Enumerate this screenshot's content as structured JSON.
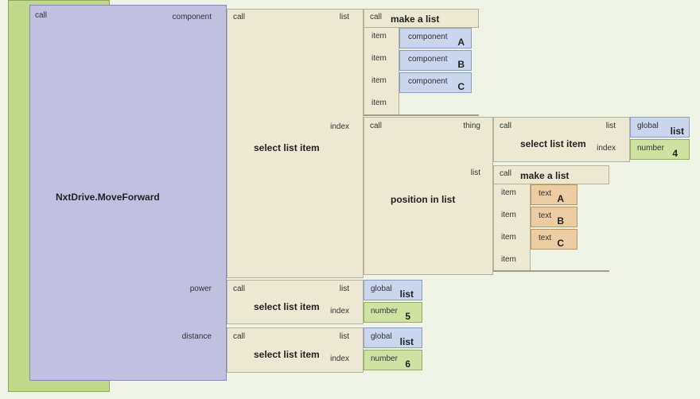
{
  "common": {
    "call": "call",
    "component": "component",
    "list": "list",
    "item": "item",
    "index": "index",
    "thing": "thing",
    "global": "global",
    "number": "number",
    "text": "text"
  },
  "move_block": {
    "title": "NxtDrive.MoveForward",
    "sockets": {
      "component": "component",
      "power": "power",
      "distance": "distance"
    }
  },
  "select_block": {
    "title": "select list item"
  },
  "make_list": {
    "title": "make a list"
  },
  "components": [
    "A",
    "B",
    "C"
  ],
  "position_block": {
    "title": "position in list"
  },
  "global_var": "list",
  "numbers": {
    "n4": "4",
    "n5": "5",
    "n6": "6"
  },
  "texts": [
    "A",
    "B",
    "C"
  ]
}
